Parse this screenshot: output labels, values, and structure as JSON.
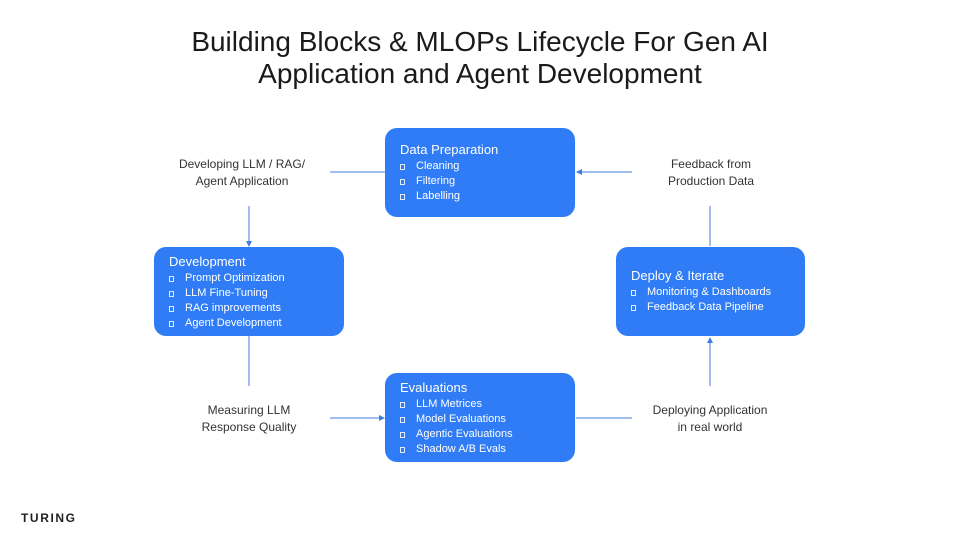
{
  "title": {
    "line1": "Building Blocks & MLOPs Lifecycle For Gen AI",
    "line2": "Application and Agent Development"
  },
  "colors": {
    "box_fill": "#2f7cf6",
    "connector": "#3f7fe0",
    "text": "#333333"
  },
  "boxes": {
    "data_preparation": {
      "title": "Data Preparation",
      "items": [
        "Cleaning",
        "Filtering",
        "Labelling"
      ]
    },
    "development": {
      "title": "Development",
      "items": [
        "Prompt Optimization",
        "LLM Fine-Tuning",
        "RAG improvements",
        "Agent Development"
      ]
    },
    "deploy_iterate": {
      "title": "Deploy & Iterate",
      "items": [
        "Monitoring & Dashboards",
        "Feedback Data Pipeline"
      ]
    },
    "evaluations": {
      "title": "Evaluations",
      "items": [
        "LLM Metrices",
        "Model Evaluations",
        "Agentic Evaluations",
        "Shadow A/B Evals"
      ]
    }
  },
  "labels": {
    "developing": {
      "line1": "Developing LLM / RAG/",
      "line2": "Agent Application"
    },
    "feedback": {
      "line1": "Feedback from",
      "line2": "Production Data"
    },
    "measuring": {
      "line1": "Measuring LLM",
      "line2": "Response Quality"
    },
    "deploying": {
      "line1": "Deploying Application",
      "line2": "in real world"
    }
  },
  "logo": {
    "text": "TURING"
  },
  "icons": {
    "bullet": "square-bullet-icon",
    "arrow": "arrowhead-icon"
  }
}
